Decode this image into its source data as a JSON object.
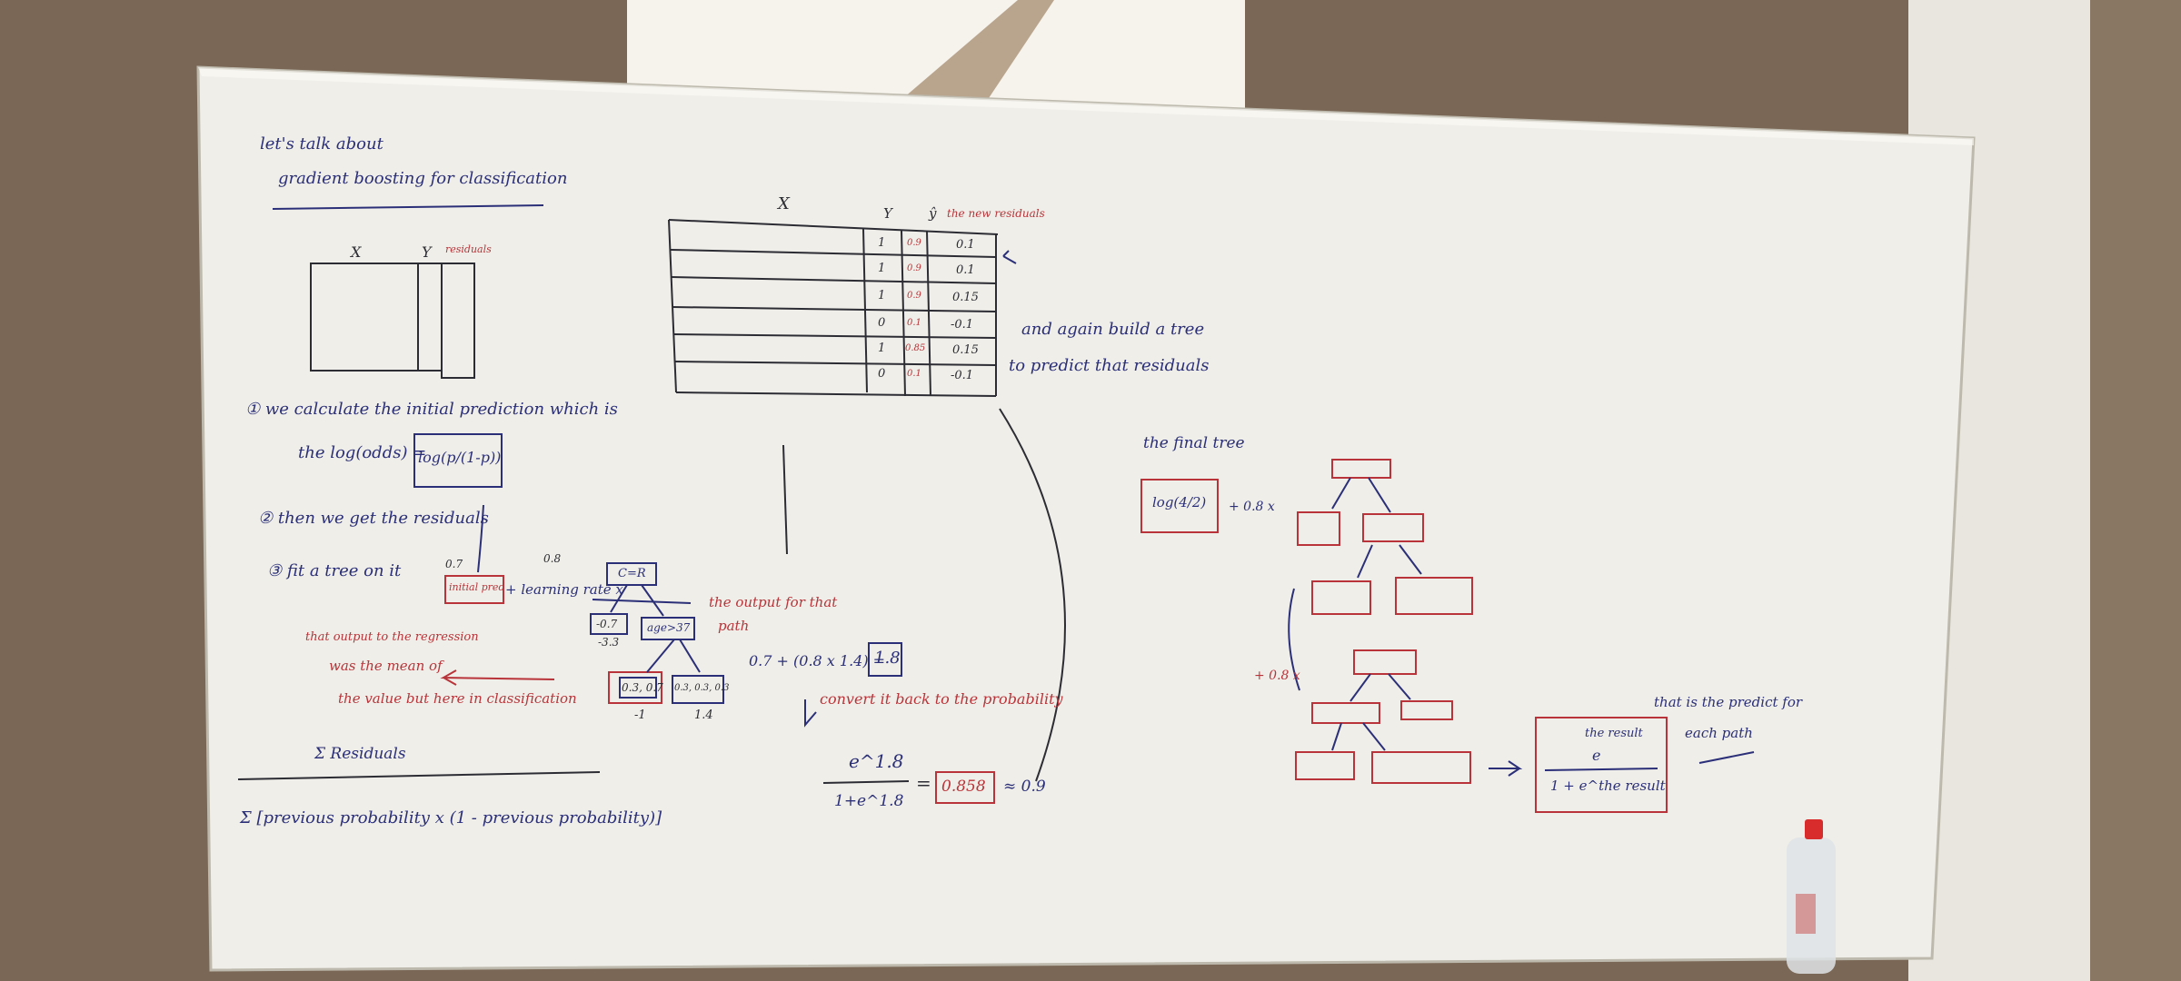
{
  "colors": {
    "wall": "#7d6a58",
    "board": "#efeee8",
    "marker_blue": "#2b2f78",
    "marker_red": "#b8343a",
    "marker_dark": "#2c2c34"
  },
  "board": {
    "intro_line1": "let's talk about",
    "intro_line2": "gradient boosting for classification",
    "left_table": {
      "col_x": "X",
      "col_y": "Y",
      "col_residuals": "residuals"
    },
    "step1": "① we calculate the initial prediction which is",
    "step1_formula": "the log(odds) =",
    "step1_box": "log(p/(1-p))",
    "step2": "② then we get the residuals",
    "step3": "③ fit a tree on it",
    "lr_value": "0.8",
    "initial_label": "0.7",
    "initial_box": "initial pred",
    "learning_rate_text": "+ learning rate x",
    "tree_root": "C=R",
    "tree_left": "-0.7",
    "tree_left_value": "-3.3",
    "tree_right": "age>37",
    "tree_leaf1": "0.3, 0.7",
    "tree_leaf2": "0.3, 0.3, 0.3",
    "leaf_value1": "-1",
    "leaf_value2": "1.4",
    "red_note_line1": "that output to the regression",
    "red_note_line2": "was the mean of",
    "red_note_line3": "the value but here in classification",
    "output_note_line1": "the output for that",
    "output_note_line2": "path",
    "sum_residuals": "Σ Residuals",
    "denominator": "Σ [previous probability x (1 - previous probability)]",
    "calc_expr": "0.7 + (0.8 x 1.4) =",
    "calc_result": "1.8",
    "convert_note": "convert it back to the probability",
    "exp_numerator": "e^1.8",
    "exp_denominator": "1+e^1.8",
    "prob_result": "0.858",
    "prob_approx": "≈ 0.9",
    "mid_table": {
      "col_x": "X",
      "col_y": "Y",
      "col_yhat": "ŷ",
      "col_new_residuals": "the new residuals",
      "rows": [
        {
          "y": "1",
          "yhat": "0.9",
          "residual": "0.1"
        },
        {
          "y": "1",
          "yhat": "0.9",
          "residual": "0.1"
        },
        {
          "y": "1",
          "yhat": "0.9",
          "residual": "0.15"
        },
        {
          "y": "0",
          "yhat": "0.1",
          "residual": "-0.1"
        },
        {
          "y": "1",
          "yhat": "0.85",
          "residual": "0.15"
        },
        {
          "y": "0",
          "yhat": "0.1",
          "residual": "-0.1"
        }
      ]
    },
    "build_tree_line1": "and again build a tree",
    "build_tree_line2": "to predict that residuals",
    "final_tree_label": "the final tree",
    "final_log_box": "log(4/2)",
    "final_lr": "+ 0.8 x",
    "final_lr2": "+ 0.8 x",
    "sigmoid_top": "the result",
    "sigmoid_e": "e",
    "sigmoid_bottom": "1 + e^the result",
    "sigmoid_note_line1": "that is the predict for",
    "sigmoid_note_line2": "each path"
  }
}
